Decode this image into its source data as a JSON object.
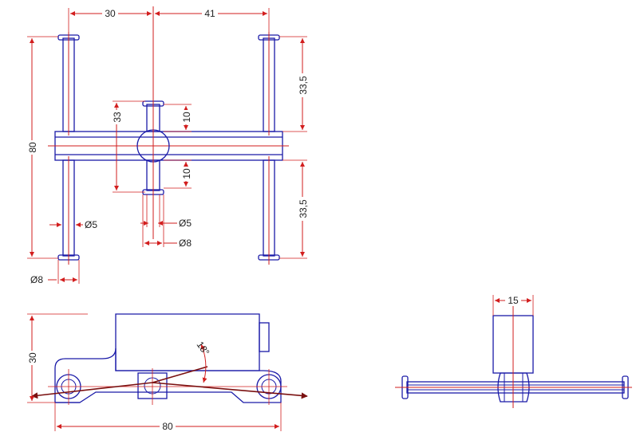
{
  "top_view": {
    "dim_left_spacing": "30",
    "dim_right_spacing": "41",
    "dim_upper_length": "33,5",
    "dim_lower_length": "33,5",
    "dim_total_height": "80",
    "dim_center_span": "33",
    "dim_upper_stub": "10",
    "dim_lower_stub": "10",
    "dim_shaft_dia_left": "Ø5",
    "dim_shaft_dia_center": "Ø5",
    "dim_collar_dia_center": "Ø8",
    "dim_collar_dia_left": "Ø8"
  },
  "front_view": {
    "dim_height": "30",
    "dim_width": "80",
    "dim_angle": "18°"
  },
  "side_view": {
    "dim_width": "15"
  },
  "colors": {
    "outline": "#1a1aa8",
    "dimension": "#d21e1e",
    "arrow": "#7a1010"
  }
}
